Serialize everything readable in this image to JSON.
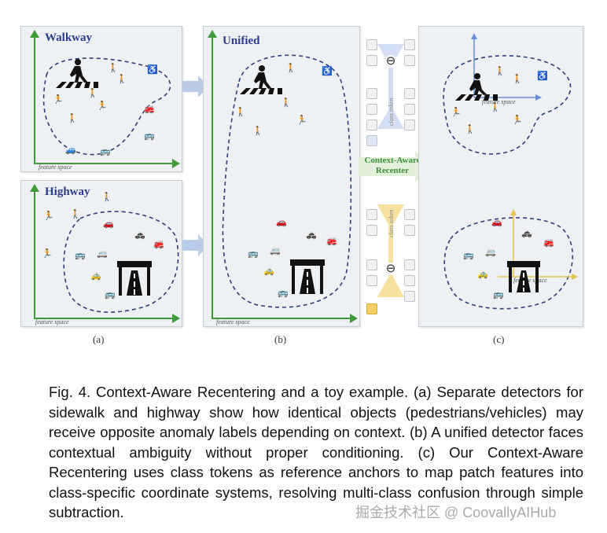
{
  "figure": {
    "panel_a_top_title": "Walkway",
    "panel_a_bottom_title": "Highway",
    "panel_b_title": "Unified",
    "feature_space_label": "feature space",
    "class_token_label": "class token",
    "context_aware_label_line1": "Context-Aware",
    "context_aware_label_line2": "Recenter",
    "sub_a": "(a)",
    "sub_b": "(b)",
    "sub_c": "(c)",
    "subtract_symbol": "⊖"
  },
  "caption": {
    "text": "Fig. 4. Context-Aware Recentering and a toy example. (a) Separate detectors for sidewalk and highway show how identical objects (pedestrians/vehicles) may receive opposite anomaly labels depending on context. (b) A unified detector faces contextual ambiguity without proper conditioning. (c) Our Context-Aware Recentering uses class tokens as reference anchors to map patch features into class-specific coordinate systems, resolving multi-class confusion through simple subtraction."
  },
  "watermark": {
    "text": "掘金技术社区 @ CoovallyAIHub"
  },
  "colors": {
    "axis_green": "#3f9b3a",
    "title_blue": "#2b3d8c",
    "axis_blue": "#6a8fd8",
    "axis_yellow": "#e8c24a"
  }
}
